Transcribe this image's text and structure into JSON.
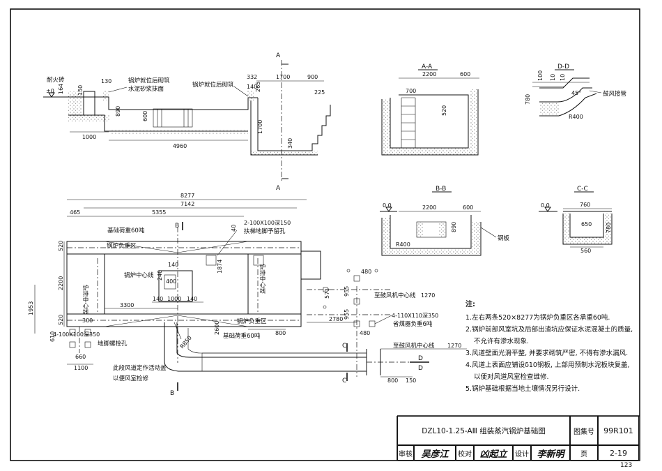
{
  "plan": {
    "dims": {
      "d8277": "8277",
      "d7142": "7142",
      "d465": "465",
      "d5355": "5355",
      "d520a": "520",
      "d2200": "2200",
      "d520b": "520",
      "d1953": "1953",
      "d610": "610",
      "d660": "660",
      "d1100": "1100",
      "d300": "300",
      "d140": "140",
      "d240": "240",
      "d400": "400",
      "d3300": "3300",
      "d140b": "140",
      "d1000": "1000",
      "d140c": "140",
      "d1874": "1874",
      "d2600": "2600",
      "d800": "800",
      "d2780": "2780",
      "d480a": "480",
      "d955a": "955",
      "d571": "571",
      "d955b": "955",
      "d480b": "480",
      "d800b": "800",
      "d150": "150",
      "d1270a": "1270",
      "d1270b": "1270",
      "r850": "R850",
      "d40": "40"
    },
    "labels": {
      "load60a": "基础荷重60吨",
      "boilerLoadTop": "锅炉负重区",
      "boilerCenter": "锅炉中心线",
      "boilerLoadBottom": "锅炉负重区",
      "load60b": "基础荷重60吨",
      "hole1": "2-100X100深150",
      "hole1b": "扶梯地脚予留孔",
      "hole2": "4-100X100深350",
      "hole2b": "地脚螺栓孔",
      "hole3": "4-110X110深350",
      "hole3b": "省煤器负重6吨",
      "fan1": "至鼓风机中心线",
      "fan2": "至鼓风机中心线",
      "leftLine": "炉排中心线",
      "rightLine": "炉排中心线",
      "ductNote1": "此段风道定作活动盖",
      "ductNote2": "以便风室检修",
      "secB": "B",
      "secB2": "B",
      "secC": "C",
      "secC2": "C",
      "secD": "D",
      "secD2": "D"
    }
  },
  "elev": {
    "dims": {
      "e130": "130",
      "e150": "150",
      "e164": "164",
      "e890": "890",
      "e600": "600",
      "e1000": "1000",
      "e4960": "4960",
      "e332": "332",
      "e140": "140",
      "e265": "265",
      "e1700": "1700",
      "e900": "900",
      "e225": "225",
      "e1700b": "1700",
      "e340": "340",
      "e0": "±0"
    },
    "labels": {
      "brick": "耐火砖",
      "after1": "锅炉就位后砌筑",
      "after1b": "水泥砂浆抹面",
      "after2": "锅炉就位后砌筑",
      "A": "A",
      "A2": "A"
    }
  },
  "secAA": {
    "title": "A-A",
    "d2200": "2200",
    "d600": "600",
    "d700": "700",
    "d520": "520"
  },
  "secDD": {
    "title": "D-D",
    "d100": "100",
    "d10": "10",
    "d10b": "10",
    "d45": "45°",
    "d780": "780",
    "r400": "R400",
    "note": "鼓风接管"
  },
  "secBB": {
    "title": "B-B",
    "d00": "0.0",
    "d2200": "2200",
    "d600": "600",
    "d890": "890",
    "r400": "R400",
    "note": "钢板"
  },
  "secCC": {
    "title": "C-C",
    "d00": "0.0",
    "d760": "760",
    "d650": "650",
    "d780": "780",
    "d560": "560"
  },
  "notes": {
    "title": "注:",
    "n1": "1.左右两条520×8277为锅炉负重区各承重60吨.",
    "n2": "2.锅炉前部风室坑及后部出渣坑应保证水泥混凝土的质量,",
    "n2b": "不允许有渗水现象.",
    "n3": "3.风道壁面光滑平整, 并要求砌筑严密, 不得有渗水漏风.",
    "n4": "4.风道上表面应铺设δ10钢板, 上部用预制水泥板块复盖,",
    "n4b": "以便对风道风室检查维修.",
    "n5": "5.锅炉基础根据当地土壤情况另行设计."
  },
  "titleblock": {
    "name": "DZL10-1.25-AⅢ 组装蒸汽锅炉基础图",
    "atlasLabel": "图集号",
    "atlas": "99R101",
    "reviewLabel": "审核",
    "reviewSig": "吴彦江",
    "checkLabel": "校对",
    "checkSig": "凶起立",
    "designLabel": "设计",
    "designSig": "李新明",
    "pageLabel": "页",
    "page": "2-19"
  },
  "pageNumber": "123"
}
